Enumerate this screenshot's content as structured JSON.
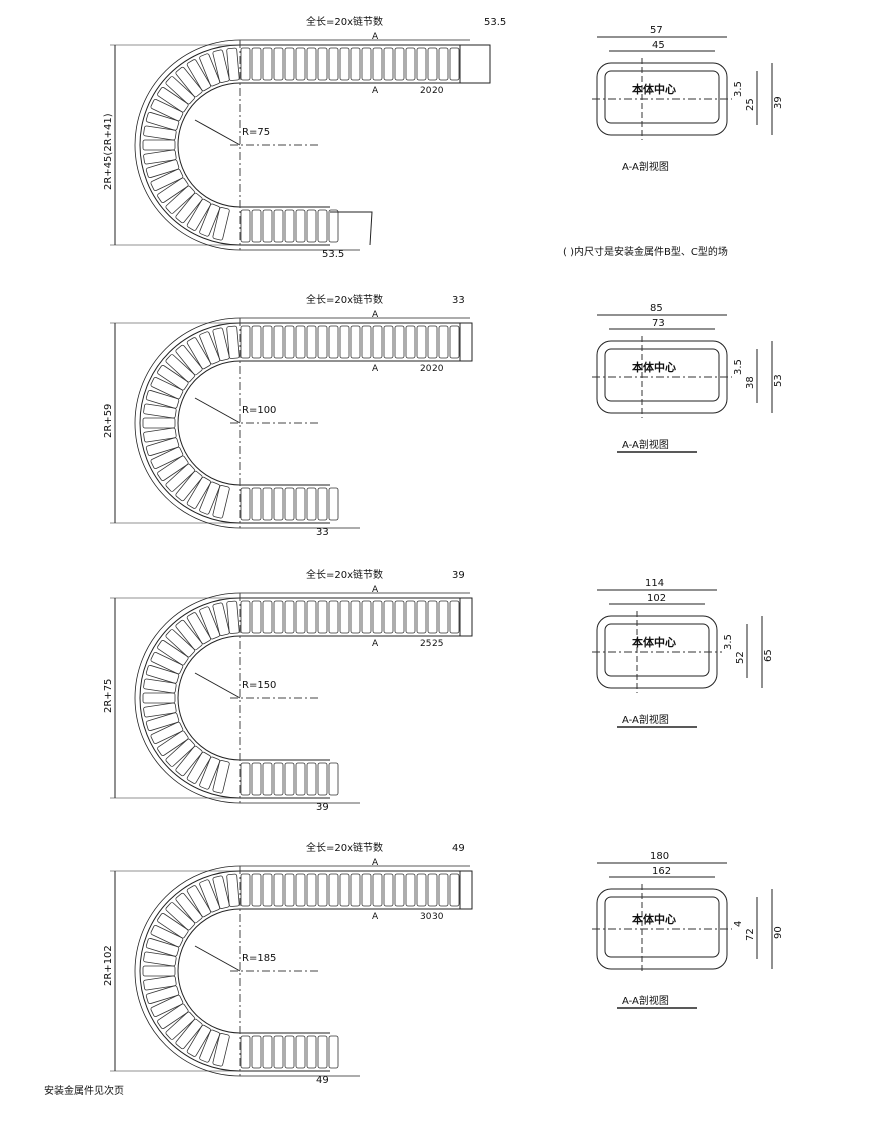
{
  "note": "(      )内尺寸是安装金属件B型、C型的场",
  "footer": "安装金属件见次页",
  "rows": [
    {
      "total_length": "全长=20x链节数",
      "end_top": "53.5",
      "end_bottom": "53.5",
      "pitch": [
        "20",
        "20"
      ],
      "radius": "R=75",
      "height": "2R+45(2R+41)",
      "section_mark": "A",
      "section": {
        "outer_width": "57",
        "inner_width": "45",
        "offset": "3.5",
        "inner_height": "25",
        "outer_height": "39",
        "center_label": "本体中心",
        "caption": "A-A剖视图",
        "underlined": false
      }
    },
    {
      "total_length": "全长=20x链节数",
      "end_top": "33",
      "end_bottom": "33",
      "pitch": [
        "20",
        "20"
      ],
      "radius": "R=100",
      "height": "2R+59",
      "section_mark": "A",
      "section": {
        "outer_width": "85",
        "inner_width": "73",
        "offset": "3.5",
        "inner_height": "38",
        "outer_height": "53",
        "center_label": "本体中心",
        "caption": "A-A剖视图",
        "underlined": true
      }
    },
    {
      "total_length": "全长=20x链节数",
      "end_top": "39",
      "end_bottom": "39",
      "pitch": [
        "25",
        "25"
      ],
      "radius": "R=150",
      "height": "2R+75",
      "section_mark": "A",
      "section": {
        "outer_width": "114",
        "inner_width": "102",
        "offset": "3.5",
        "inner_height": "52",
        "outer_height": "65",
        "center_label": "本体中心",
        "caption": "A-A剖视图",
        "underlined": true
      }
    },
    {
      "total_length": "全长=20x链节数",
      "end_top": "49",
      "end_bottom": "49",
      "pitch": [
        "30",
        "30"
      ],
      "radius": "R=185",
      "height": "2R+102",
      "section_mark": "A",
      "section": {
        "outer_width": "180",
        "inner_width": "162",
        "offset": "4",
        "inner_height": "72",
        "outer_height": "90",
        "center_label": "本体中心",
        "caption": "A-A剖视图",
        "underlined": true
      }
    }
  ]
}
